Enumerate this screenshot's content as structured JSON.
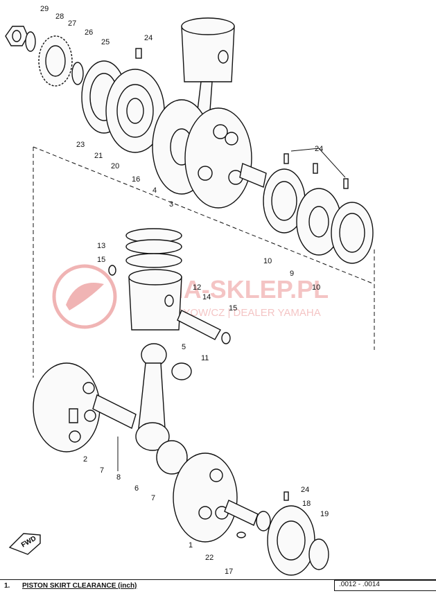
{
  "callouts": [
    "29",
    "28",
    "27",
    "26",
    "25",
    "24",
    "23",
    "21",
    "20",
    "16",
    "4",
    "3",
    "24",
    "10",
    "9",
    "10",
    "13",
    "15",
    "12",
    "14",
    "15",
    "5",
    "11",
    "2",
    "7",
    "8",
    "6",
    "7",
    "24",
    "18",
    "19",
    "1",
    "22",
    "17"
  ],
  "watermark": {
    "line1": "YAMA-SKLEP.PL",
    "line2": "WODNYCYOW/CZ | DEALER YAMAHA",
    "color": "#e05a5a"
  },
  "fwd_label": "FWD",
  "spec_table": {
    "row_number": "1.",
    "label": "PISTON SKIRT CLEARANCE (inch)",
    "value": ".0012 - .0014"
  }
}
